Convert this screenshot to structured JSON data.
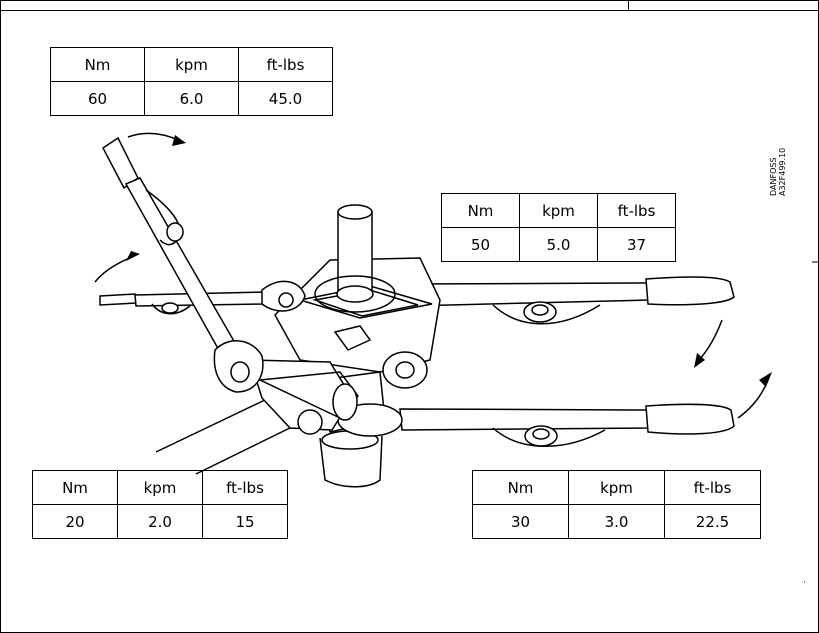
{
  "torque_tables": {
    "t60": {
      "headers": [
        "Nm",
        "kpm",
        "ft-lbs"
      ],
      "values": [
        "60",
        "6.0",
        "45.0"
      ]
    },
    "t50": {
      "headers": [
        "Nm",
        "kpm",
        "ft-lbs"
      ],
      "values": [
        "50",
        "5.0",
        "37"
      ]
    },
    "t20": {
      "headers": [
        "Nm",
        "kpm",
        "ft-lbs"
      ],
      "values": [
        "20",
        "2.0",
        "15"
      ]
    },
    "t30": {
      "headers": [
        "Nm",
        "kpm",
        "ft-lbs"
      ],
      "values": [
        "30",
        "3.0",
        "22.5"
      ]
    }
  },
  "drawing_code": {
    "line1": "DANFOSS",
    "line2": "A32F499.10"
  },
  "colors": {
    "line": "#000000",
    "background": "#ffffff"
  }
}
